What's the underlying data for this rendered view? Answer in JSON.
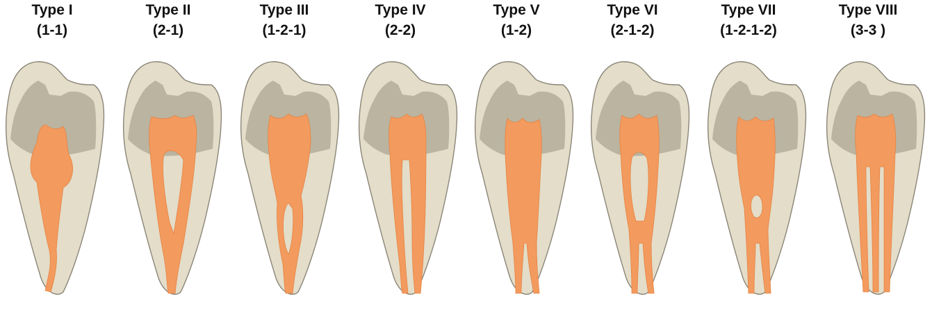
{
  "colors": {
    "tooth_fill": "#e3ddc9",
    "tooth_stroke": "#8a8578",
    "crown_dentin": "#bab4a1",
    "pulp": "#f39a5e",
    "pulp_edge": "#e58443"
  },
  "types": [
    {
      "title": "Type I",
      "code": "(1-1)"
    },
    {
      "title": "Type II",
      "code": "(2-1)"
    },
    {
      "title": "Type III",
      "code": "(1-2-1)"
    },
    {
      "title": "Type IV",
      "code": "(2-2)"
    },
    {
      "title": "Type V",
      "code": "(1-2)"
    },
    {
      "title": "Type VI",
      "code": "(2-1-2)"
    },
    {
      "title": "Type VII",
      "code": "(1-2-1-2)"
    },
    {
      "title": "Type VIII",
      "code": "(3-3 )"
    }
  ]
}
